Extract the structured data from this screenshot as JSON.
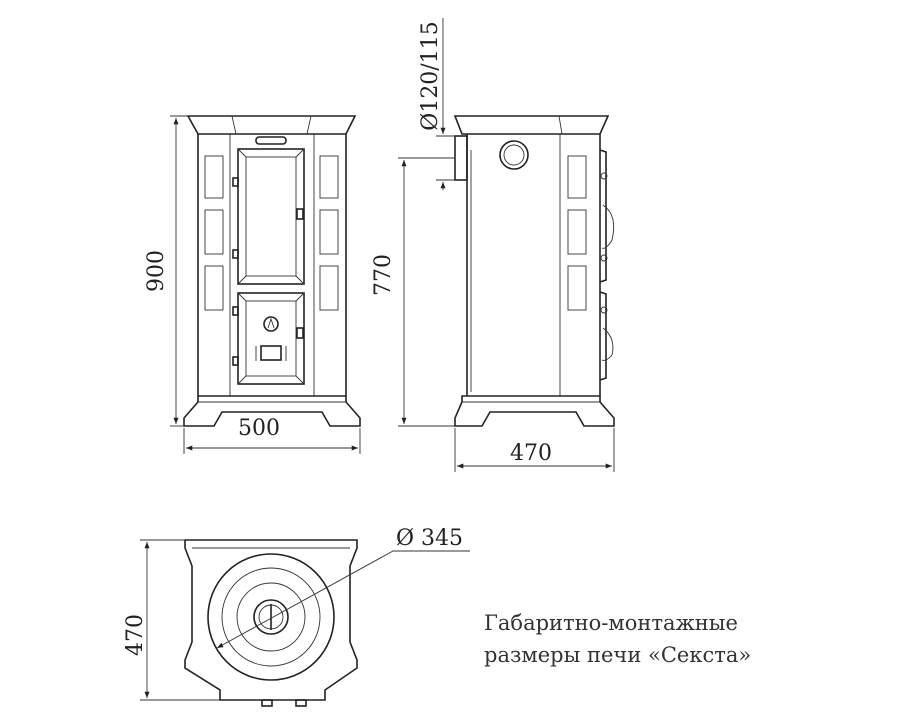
{
  "dimensions": {
    "front_height": "900",
    "front_width": "500",
    "side_height": "770",
    "side_depth": "470",
    "flue_diameter": "Ø120/115",
    "top_depth": "470",
    "hob_diameter": "Ø 345"
  },
  "caption": {
    "line1": "Габаритно-монтажные",
    "line2": "размеры печи «Секста»"
  },
  "colors": {
    "line": "#222222",
    "background": "#ffffff"
  }
}
